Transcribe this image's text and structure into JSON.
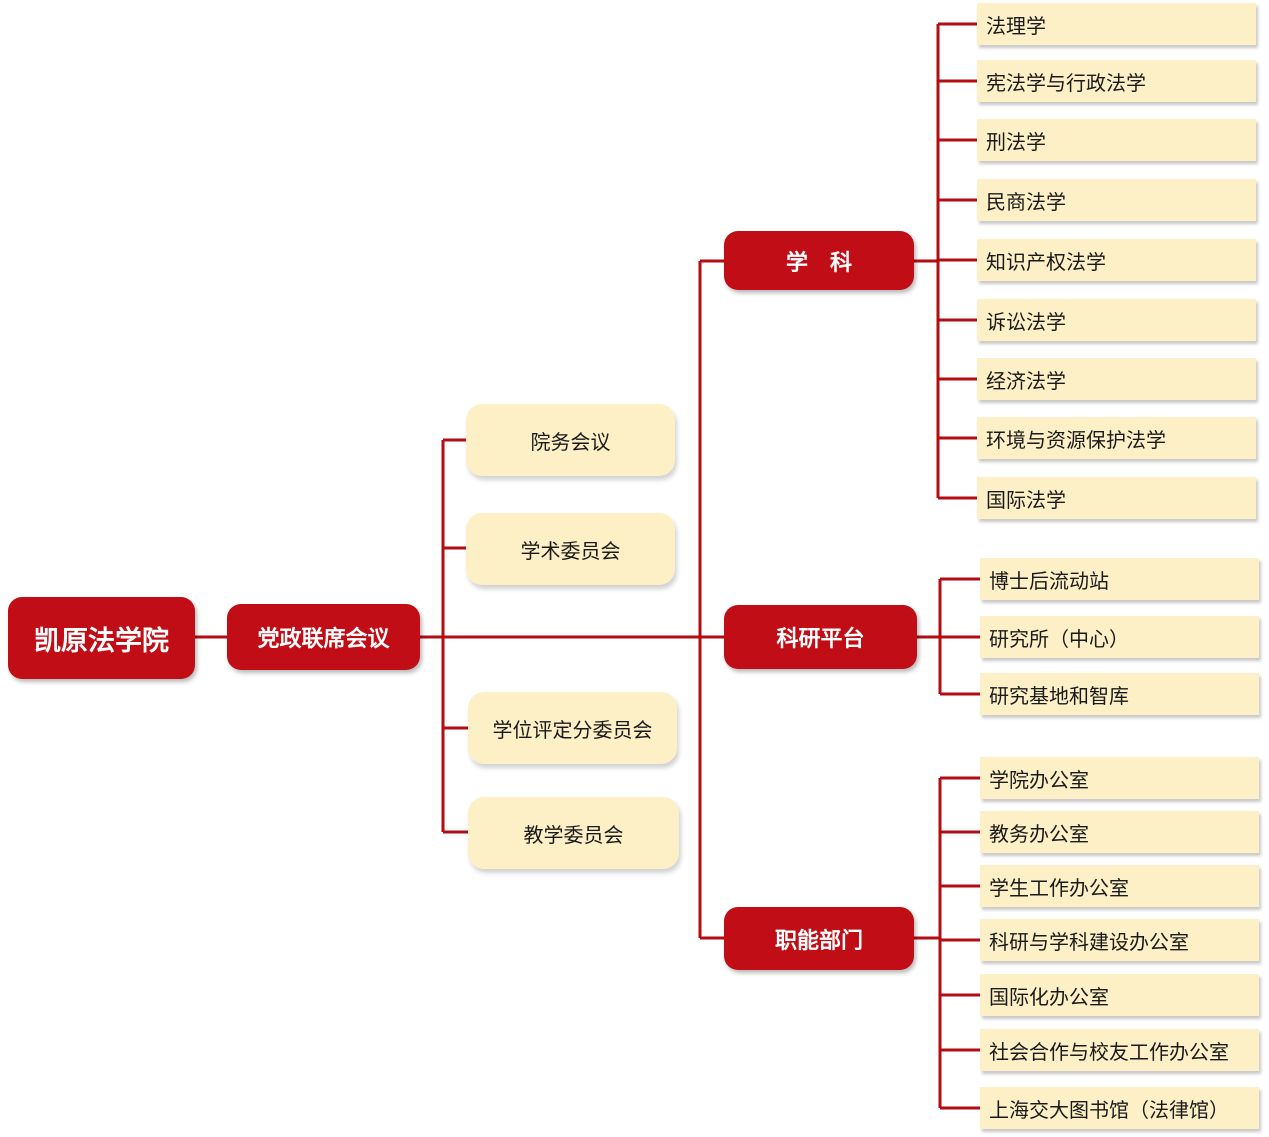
{
  "root": "凯原法学院",
  "council": "党政联席会议",
  "committees": [
    "院务会议",
    "学术委员会",
    "学位评定分委员会",
    "教学委员会"
  ],
  "categories": [
    {
      "title": "学　科",
      "items": [
        "法理学",
        "宪法学与行政法学",
        "刑法学",
        "民商法学",
        "知识产权法学",
        "诉讼法学",
        "经济法学",
        "环境与资源保护法学",
        "国际法学"
      ]
    },
    {
      "title": "科研平台",
      "items": [
        "博士后流动站",
        "研究所（中心）",
        "研究基地和智库"
      ]
    },
    {
      "title": "职能部门",
      "items": [
        "学院办公室",
        "教务办公室",
        "学生工作办公室",
        "科研与学科建设办公室",
        "国际化办公室",
        "社会合作与校友工作办公室",
        "上海交大图书馆（法律馆）"
      ]
    }
  ],
  "colors": {
    "primary_red": "#c00d16",
    "cream": "#fdf0c7",
    "connector": "#b30d13"
  }
}
